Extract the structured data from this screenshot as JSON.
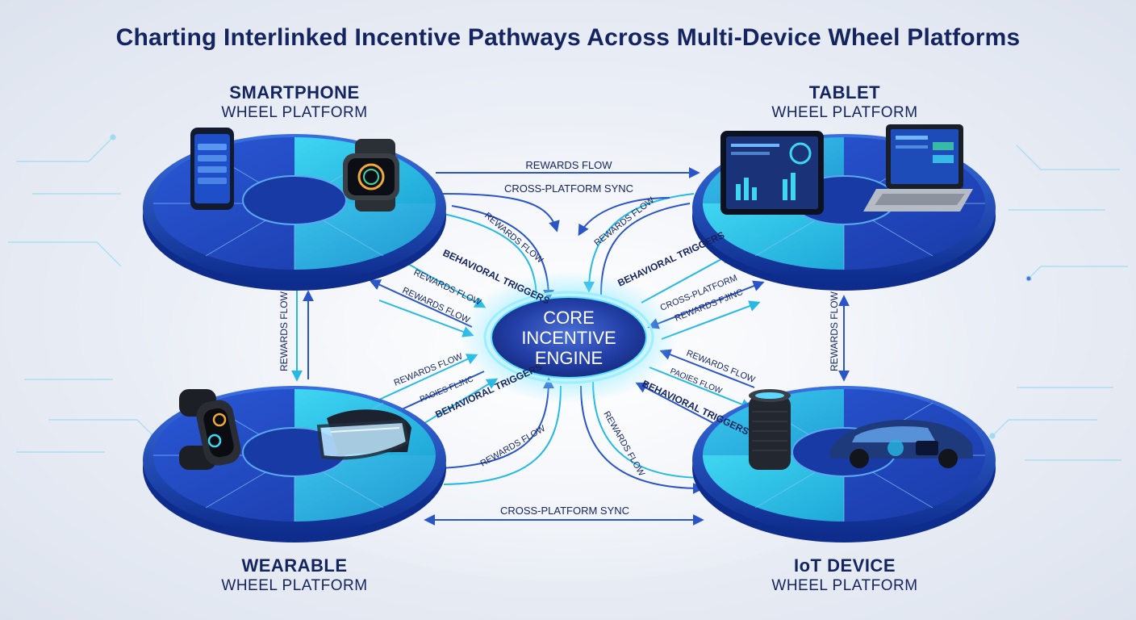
{
  "title": "Charting Interlinked Incentive Pathways Across Multi-Device Wheel Platforms",
  "core": {
    "line1": "CORE",
    "line2": "INCENTIVE",
    "line3": "ENGINE"
  },
  "platforms": {
    "smartphone": {
      "name": "SMARTPHONE",
      "sub": "WHEEL PLATFORM",
      "devices": [
        "smartphone-icon",
        "smartwatch-icon"
      ]
    },
    "tablet": {
      "name": "TABLET",
      "sub": "WHEEL PLATFORM",
      "devices": [
        "tablet-icon",
        "laptop-icon"
      ]
    },
    "wearable": {
      "name": "WEARABLE",
      "sub": "WHEEL PLATFORM",
      "devices": [
        "fitness-band-icon",
        "vr-goggles-icon"
      ]
    },
    "iot": {
      "name": "IoT DEVICE",
      "sub": "WHEEL PLATFORM",
      "devices": [
        "smart-speaker-icon",
        "connected-car-icon"
      ]
    }
  },
  "flow_labels": {
    "top_rewards": "REWARDS FLOW",
    "top_sync": "CROSS-PLATFORM SYNC",
    "bottom_sync": "CROSS-PLATFORM SYNC",
    "left_vertical": "REWARDS FLOW",
    "right_vertical": "REWARDS FLOW",
    "tl_curve": "REWARDS FLOW",
    "tl_beh": "BEHAVIORAL TRIGGERS",
    "tl_r1": "REWARDS FLOW",
    "tl_r2": "REWARDS FLOW",
    "tr_curve": "REWARDS FLOW",
    "tr_beh": "BEHAVIORAL TRIGGERS",
    "tr_sync": "CROSS-PLATFORM",
    "tr_fjnc": "REWARDS FJINC",
    "bl_r1": "REWARDS FLOW",
    "bl_pages": "PAOIES FLJNC",
    "bl_beh": "BEHAVIORAL TRIGGERS",
    "bl_curve": "REWARDS FLOW",
    "br_r1": "REWARDS FLOW",
    "br_pages": "PAOIES FLOW",
    "br_beh": "BEHAVIORAL TRIGGERS",
    "br_curve": "REWARDS FLOW"
  },
  "colors": {
    "navy": "#14245e",
    "disc_dark": "#1d3fb0",
    "disc_mid": "#2f64e0",
    "disc_cyan": "#2cc6e8",
    "arrow_blue": "#2a55c9",
    "arrow_cyan": "#27b9e6",
    "glow": "#5fe0ff"
  }
}
